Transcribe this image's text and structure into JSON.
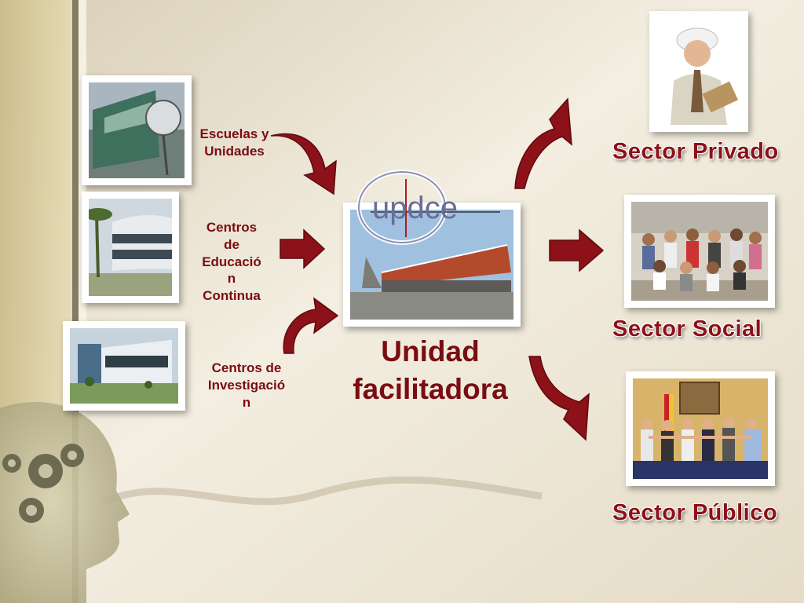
{
  "sources": {
    "escuelas": "Escuelas y\nUnidades",
    "educacion": "Centros\nde\nEducació\nn\nContinua",
    "investigacion": "Centros de\nInvestigació\nn"
  },
  "center": {
    "logo_text": "updce",
    "label": "Unidad\nfacilitadora"
  },
  "sectors": {
    "privado": "Sector Privado",
    "social": "Sector Social",
    "publico": "Sector Público"
  },
  "colors": {
    "accent": "#8c1118",
    "label": "#7a0c12",
    "background": "#ece4d2"
  },
  "icons": {
    "head": "head-with-gears-icon",
    "arrow": "curved-red-arrow-icon"
  }
}
